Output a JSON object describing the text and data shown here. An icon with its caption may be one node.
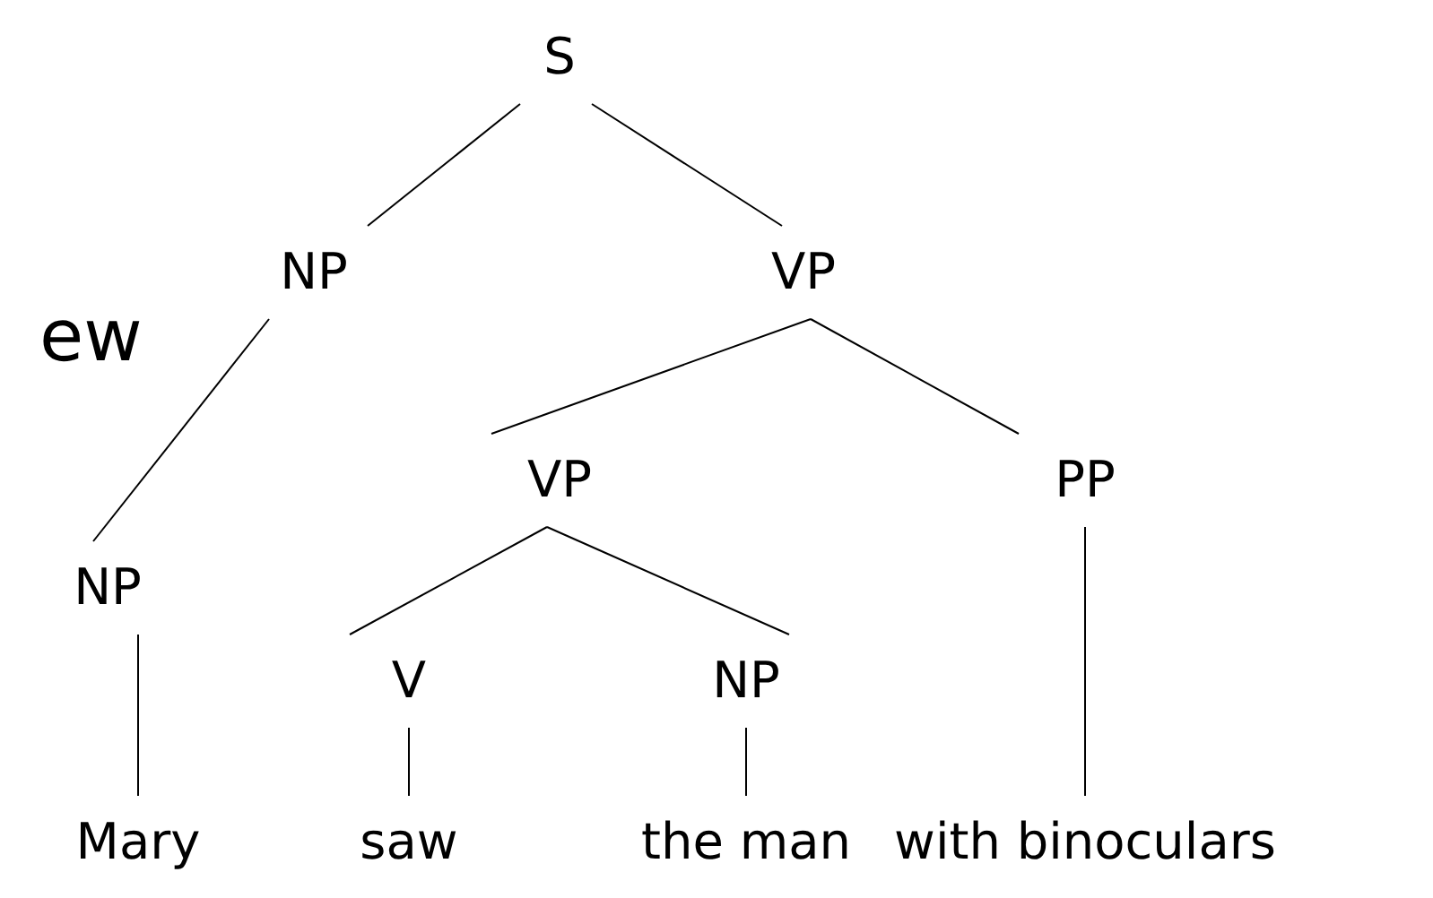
{
  "diagram": {
    "nodes": [
      {
        "text": [
          "S"
        ]
      },
      {
        "text": [
          "NP"
        ]
      },
      {
        "text": [
          "VP"
        ]
      },
      {
        "text": [
          "NP"
        ]
      },
      {
        "text": [
          "VP"
        ]
      },
      {
        "text": [
          "PP"
        ]
      },
      {
        "text": [
          "V"
        ]
      },
      {
        "text": [
          "NP"
        ]
      },
      {
        "text": [
          "Mary"
        ]
      },
      {
        "text": [
          "saw"
        ]
      },
      {
        "text": [
          "the man"
        ]
      },
      {
        "text": [
          "with binoculars"
        ]
      }
    ],
    "edges": [
      {
        "from": 0,
        "to": 1,
        "arrow": "none"
      },
      {
        "from": 0,
        "to": 2,
        "arrow": "none"
      },
      {
        "from": 1,
        "to": 3,
        "arrow": "none"
      },
      {
        "from": 2,
        "to": 4,
        "arrow": "none"
      },
      {
        "from": 2,
        "to": 5,
        "arrow": "none"
      },
      {
        "from": 4,
        "to": 6,
        "arrow": "none"
      },
      {
        "from": 4,
        "to": 7,
        "arrow": "none"
      },
      {
        "from": 3,
        "to": 8,
        "arrow": "none"
      },
      {
        "from": 6,
        "to": 9,
        "arrow": "none"
      },
      {
        "from": 7,
        "to": 10,
        "arrow": "none"
      },
      {
        "from": 5,
        "to": 11,
        "arrow": "none"
      }
    ],
    "labels": [
      "ew"
    ]
  }
}
